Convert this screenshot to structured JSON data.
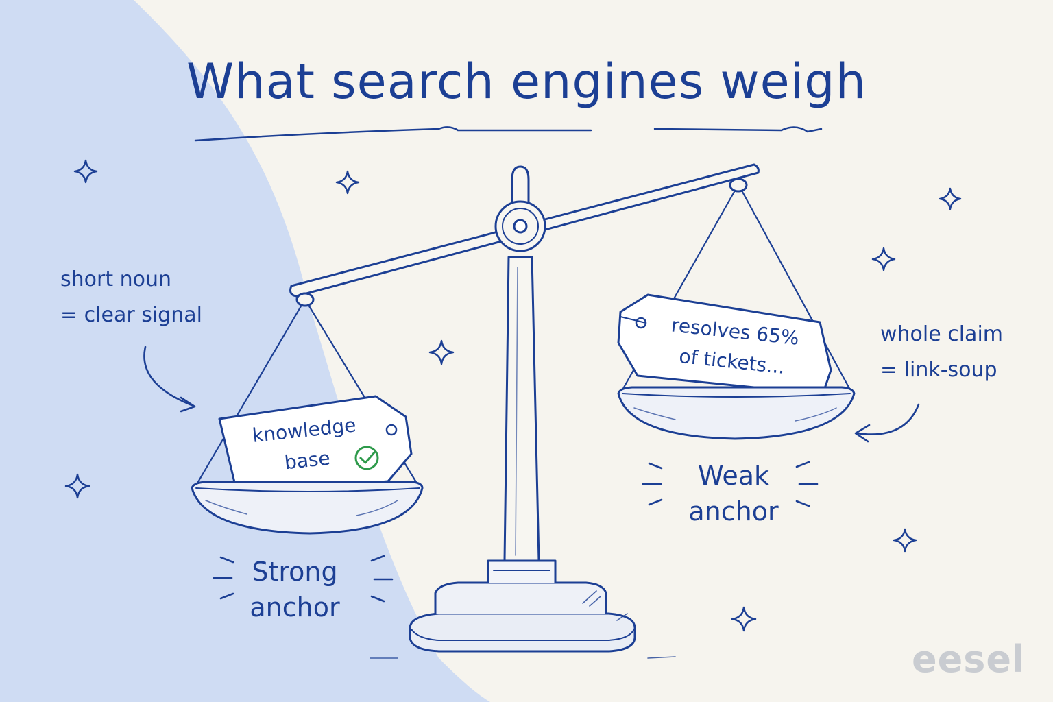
{
  "title": "What search engines weigh",
  "left": {
    "note_line1": "short noun",
    "note_line2": "= clear signal",
    "tag_line1": "knowledge",
    "tag_line2": "base",
    "tag_icon": "check-circle-icon",
    "label_line1": "Strong",
    "label_line2": "anchor"
  },
  "right": {
    "note_line1": "whole claim",
    "note_line2": "= link-soup",
    "tag_line1": "resolves 65%",
    "tag_line2": "of tickets...",
    "label_line1": "Weak",
    "label_line2": "anchor"
  },
  "brand": "eesel",
  "colors": {
    "ink": "#1c3f94",
    "background": "#f6f4ee",
    "left_panel": "#cfdcf3",
    "check": "#2e9a4b",
    "brand": "#c9ccd1"
  }
}
